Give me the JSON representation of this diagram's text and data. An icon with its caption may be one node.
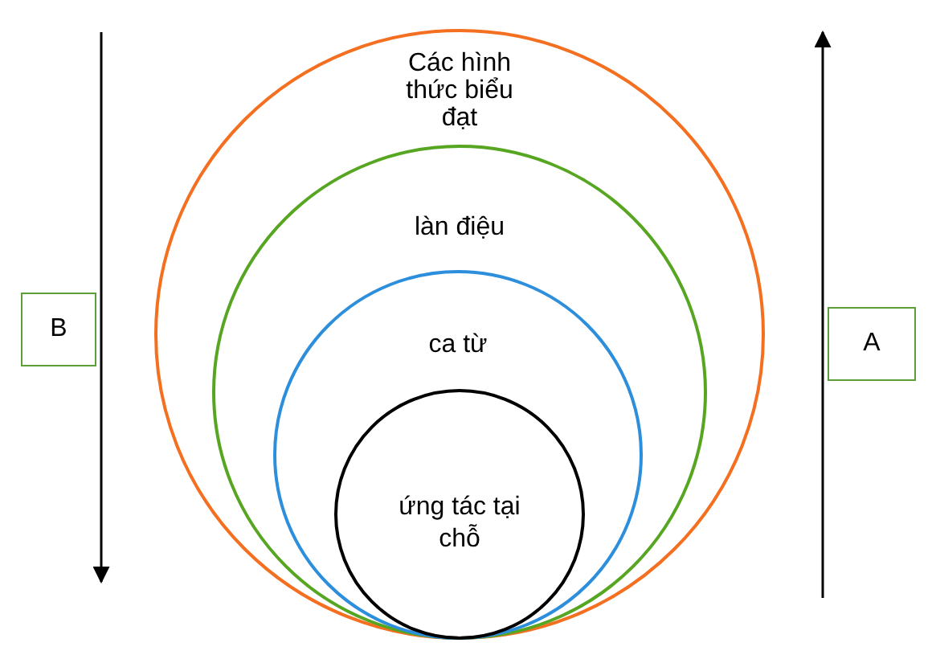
{
  "diagram": {
    "nodes": [
      {
        "text": [
          "Các hình thức biểu đạt"
        ]
      },
      {
        "text": [
          "làn điệu"
        ],
        "in": 0
      },
      {
        "text": [
          "ca từ"
        ],
        "in": 1
      },
      {
        "text": [
          "ứng tác tại chỗ"
        ],
        "in": 2
      },
      {
        "text": [
          "B"
        ]
      },
      {
        "text": [
          "A"
        ]
      }
    ]
  }
}
